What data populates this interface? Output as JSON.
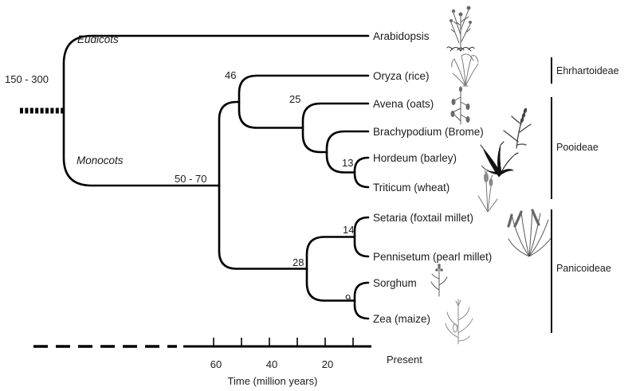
{
  "tree": {
    "age": "150 - 300",
    "children": [
      {
        "clade": "Eudicots",
        "taxon": "Arabidopsis"
      },
      {
        "clade": "Monocots",
        "age": "50 - 70",
        "children": [
          {
            "age": "46",
            "children": [
              {
                "taxon": "Oryza (rice)"
              },
              {
                "age": "25",
                "children": [
                  {
                    "taxon": "Avena (oats)"
                  },
                  {
                    "children": [
                      {
                        "taxon": "Brachypodium (Brome)"
                      },
                      {
                        "age": "13",
                        "children": [
                          {
                            "taxon": "Hordeum (barley)"
                          },
                          {
                            "taxon": "Triticum (wheat)"
                          }
                        ]
                      }
                    ]
                  }
                ]
              }
            ]
          },
          {
            "age": "28",
            "children": [
              {
                "age": "14",
                "children": [
                  {
                    "taxon": "Setaria (foxtail millet)"
                  },
                  {
                    "taxon": "Pennisetum (pearl millet)"
                  }
                ]
              },
              {
                "age": "9",
                "children": [
                  {
                    "taxon": "Sorghum"
                  },
                  {
                    "taxon": "Zea (maize)"
                  }
                ]
              }
            ]
          }
        ]
      }
    ]
  },
  "subfamilies": [
    {
      "name": "Ehrhartoideae"
    },
    {
      "name": "Pooideae"
    },
    {
      "name": "Panicoideae"
    }
  ],
  "time_axis": {
    "tick_labels": [
      "60",
      "40",
      "20"
    ],
    "end_label": "Present",
    "title": "Time (million years)"
  },
  "colors": {
    "lines": "#000000",
    "text": "#1c1c1c",
    "plant_sketch": "#5a5a5a"
  }
}
